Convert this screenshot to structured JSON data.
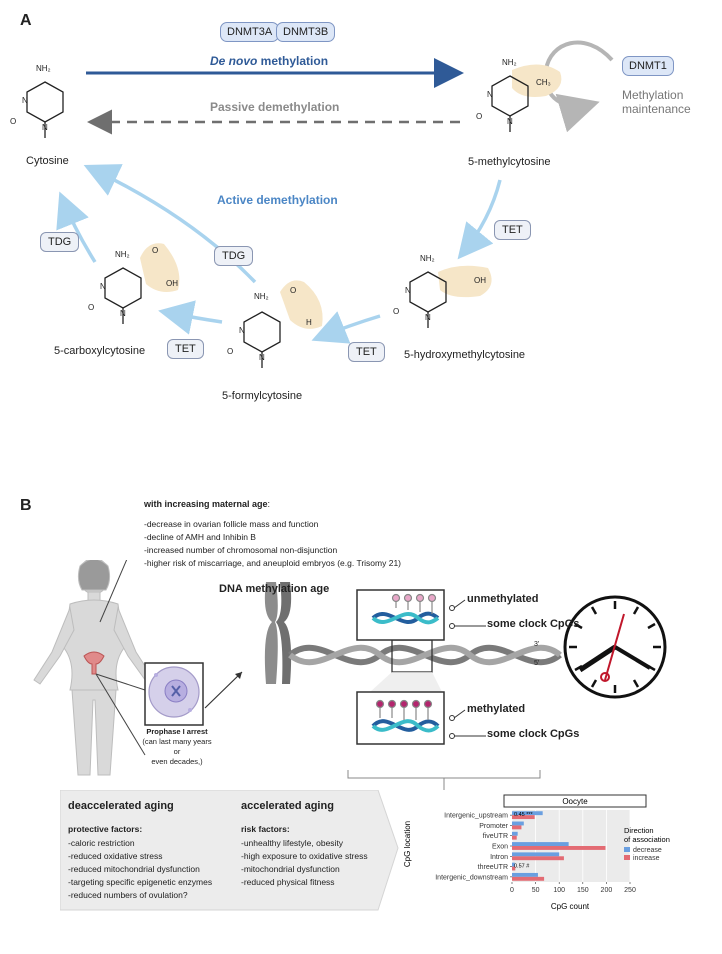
{
  "panel_a": {
    "letter": "A",
    "enzymes_denovo": [
      "DNMT3A",
      "DNMT3B"
    ],
    "denovo_label_em": "De novo",
    "denovo_label_rest": " methylation",
    "passive_label": "Passive demethylation",
    "active_label": "Active demethylation",
    "dnmt1": "DNMT1",
    "maintenance_line1": "Methylation",
    "maintenance_line2": "maintenance",
    "tet": "TET",
    "tdg": "TDG",
    "molecules": {
      "cytosine": "Cytosine",
      "mc": "5-methylcytosine",
      "hmc": "5-hydroxymethylcytosine",
      "fc": "5-formylcytosine",
      "cac": "5-carboxylcytosine"
    },
    "atoms": {
      "nh2": "NH₂",
      "n": "N",
      "o": "O",
      "ch3": "CH₃",
      "oh": "OH",
      "h": "H"
    }
  },
  "panel_b": {
    "letter": "B",
    "maternal_title": "with increasing maternal age",
    "maternal_colon": ":",
    "maternal_items": [
      "-decrease in ovarian follicle mass and function",
      "-decline of AMH and Inhibin B",
      "-increased number of chromosomal non-disjunction",
      "-higher risk of miscarriage, and aneuploid embryos (e.g. Trisomy 21)"
    ],
    "dna_age_title": "DNA methylation age",
    "unmethylated": "unmethylated",
    "methylated": "methylated",
    "clock_cpgs": "some clock CpGs",
    "strand_3": "3'",
    "strand_5": "5'",
    "prophase_title": "Prophase I arrest",
    "prophase_note1": "(can last many years or",
    "prophase_note2": "even decades,)",
    "deacc_title": "deaccelerated aging",
    "protective_title": "protective factors:",
    "protective_items": [
      "-caloric restriction",
      "-reduced oxidative stress",
      "-reduced mitochondrial dysfunction",
      "-targeting specific epigenetic enzymes",
      "-reduced numbers of ovulation?"
    ],
    "acc_title": "accelerated aging",
    "risk_title": "risk factors:",
    "risk_items": [
      "-unhealthy lifestyle, obesity",
      "-high exposure to oxidative stress",
      "-mitochondrial dysfunction",
      "-reduced physical fitness"
    ]
  },
  "colors": {
    "denovo_arrow": "#2f5a97",
    "active_arrow": "#a9d3ee",
    "active_text": "#4b86c5",
    "passive": "#6f6f6f",
    "highlight": "#f6e6c8",
    "decrease": "#6a9fe0",
    "increase": "#e36b73"
  },
  "chart_data": {
    "type": "bar",
    "title": "Oocyte",
    "xlabel": "CpG count",
    "ylabel": "CpG location",
    "xlim": [
      0,
      250
    ],
    "xticks": [
      0,
      50,
      100,
      150,
      200,
      250
    ],
    "legend_title_1": "Direction",
    "legend_title_2": "of association",
    "legend_position": "right",
    "categories": [
      "Intergenic_upstream",
      "Promoter",
      "fiveUTR",
      "Exon",
      "Intron",
      "threeUTR",
      "Intergenic_downstream"
    ],
    "series": [
      {
        "name": "decrease",
        "color": "#6a9fe0",
        "values": [
          65,
          25,
          12,
          120,
          100,
          6,
          55
        ]
      },
      {
        "name": "increase",
        "color": "#e36b73",
        "values": [
          48,
          20,
          10,
          198,
          110,
          7,
          68
        ]
      }
    ],
    "annotations": [
      {
        "category": "Intergenic_upstream",
        "text": "0.45 ***"
      },
      {
        "category": "threeUTR",
        "text": "0.57 #"
      }
    ]
  }
}
